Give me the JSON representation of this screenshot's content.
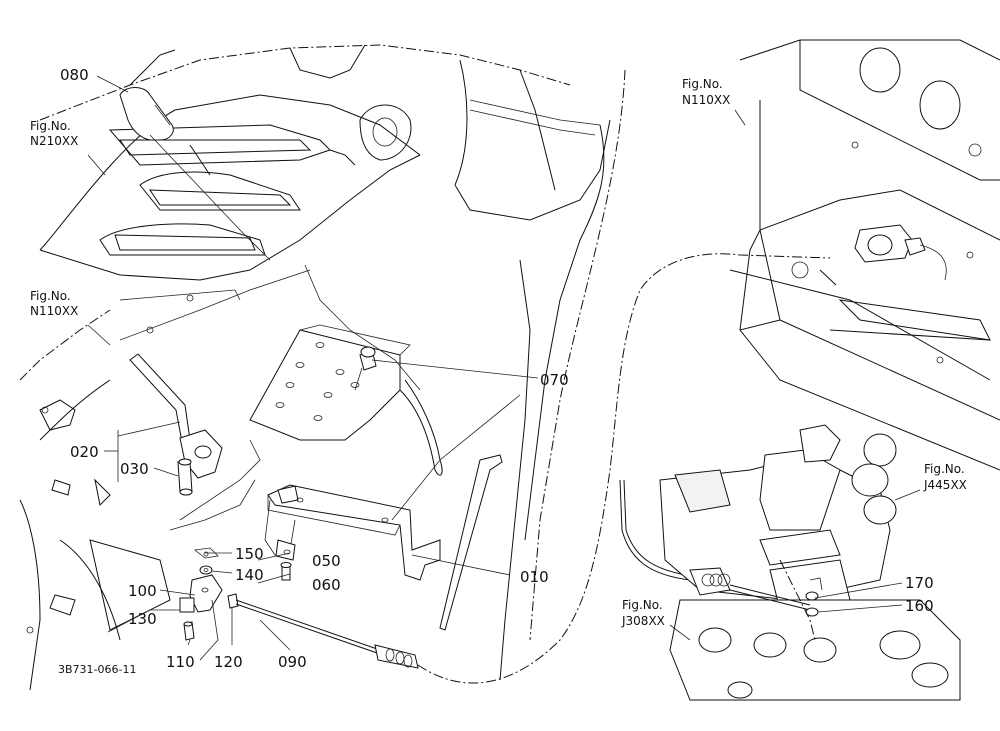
{
  "callouts": {
    "c080": "080",
    "c070": "070",
    "c020": "020",
    "c030": "030",
    "c150": "150",
    "c050": "050",
    "c140": "140",
    "c060": "060",
    "c100": "100",
    "c130": "130",
    "c010": "010",
    "c110": "110",
    "c120": "120",
    "c090": "090",
    "c170": "170",
    "c160": "160"
  },
  "fig_refs": {
    "n210": [
      "Fig.No.",
      "N210XX"
    ],
    "n110_left": [
      "Fig.No.",
      "N110XX"
    ],
    "n110_right": [
      "Fig.No.",
      "N110XX"
    ],
    "j445": [
      "Fig.No.",
      "J445XX"
    ],
    "j308": [
      "Fig.No.",
      "J308XX"
    ]
  },
  "document_id": "3B731-066-11"
}
